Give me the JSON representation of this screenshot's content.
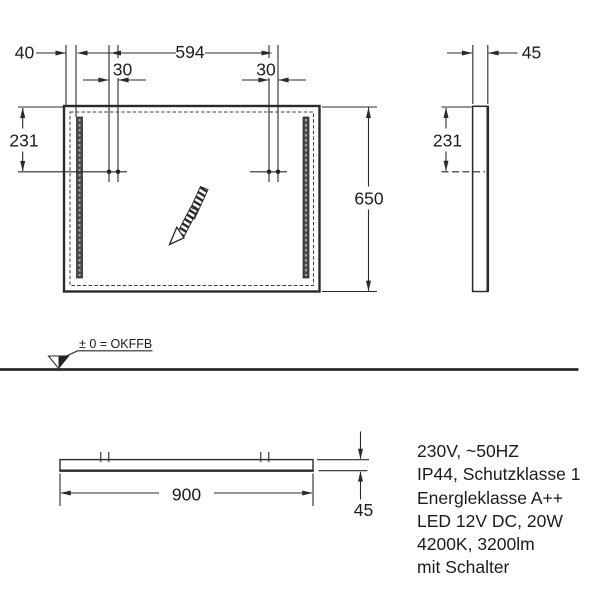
{
  "drawing": {
    "front_view": {
      "dim_40": "40",
      "dim_594": "594",
      "dim_30_left": "30",
      "dim_30_right": "30",
      "dim_231": "231",
      "dim_650": "650"
    },
    "side_view": {
      "dim_45": "45",
      "dim_231": "231"
    },
    "top_view": {
      "dim_900": "900",
      "dim_45": "45"
    },
    "datum_label": "± 0 = OKFFB",
    "specs": [
      "230V, ~50HZ",
      "IP44, Schutzklasse 1",
      "Energleklasse A++",
      "LED 12V DC, 20W",
      "4200K, 3200lm",
      "mit Schalter"
    ],
    "colors": {
      "line": "#2a2a2a",
      "text": "#1c1c1c",
      "background": "#ffffff"
    }
  }
}
